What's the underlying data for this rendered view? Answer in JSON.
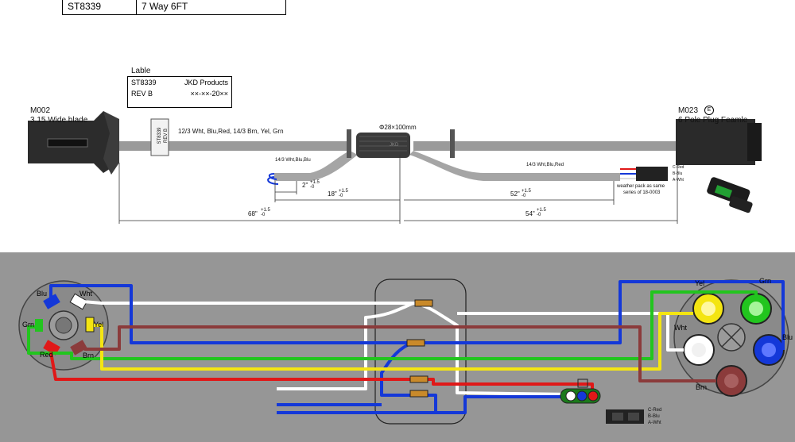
{
  "header_table": {
    "part": "ST8339",
    "desc": "7  Way 6FT"
  },
  "label_box": {
    "heading": "Lable",
    "part": "ST8339",
    "company": "JKD Products",
    "rev": "REV B",
    "date": "××-××-20××"
  },
  "left_connector": {
    "code": "M002",
    "desc": "3.15 Wide blade"
  },
  "right_connector": {
    "code": "M023",
    "desc": "6 Pole Plug Feamle"
  },
  "sleeve_tag": {
    "line1": "ST8339",
    "line2": "REV B"
  },
  "cable_main": "12/3 Wht, Blu,Red, 14/3 Brn, Yel, Grn",
  "split_size": "Φ28×100mm",
  "split_brand": "JKD",
  "branch_left": "14/3 Wht,Blu,Blu",
  "branch_right": "14/3 Wht,Blu,Red",
  "weather_pack_note": [
    "weather pack as same",
    "series of 18-0003"
  ],
  "wp_pins": [
    "C-Red",
    "B-Blu",
    "A-Wht"
  ],
  "dims": {
    "d2": "2\"",
    "d2_tol": "+1.5\n-0",
    "d18": "18\"",
    "d18_tol": "+1.5\n-0",
    "d68": "68\"",
    "d68_tol": "+1.5\n-0",
    "d52": "52\"",
    "d52_tol": "+1.5\n-0",
    "d54": "54\"",
    "d54_tol": "+1.5\n-0"
  },
  "left_plug_pins": [
    "Blu",
    "Wht",
    "Grn",
    "Yel",
    "Red",
    "Brn"
  ],
  "right_plug_pins": [
    "Yel",
    "Grn",
    "Wht",
    "Blu",
    "Brn"
  ],
  "wp_pins_lower": [
    "C-Red",
    "B-Blu",
    "A-Wht"
  ],
  "colors": {
    "blue": "#1438d8",
    "white": "#ffffff",
    "green": "#22c51e",
    "yellow": "#f4e512",
    "red": "#e01818",
    "brown": "#8b3b3b",
    "gray_bg": "#969696"
  }
}
